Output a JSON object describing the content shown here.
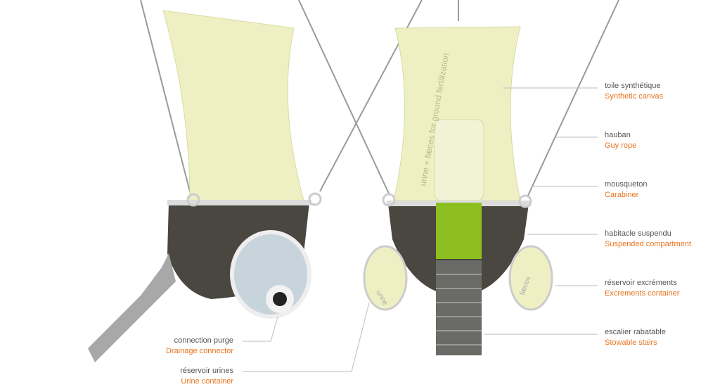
{
  "labels": [
    {
      "fr": "toile synthétique",
      "en": "Synthetic canvas"
    },
    {
      "fr": "hauban",
      "en": "Guy rope"
    },
    {
      "fr": "mousqueton",
      "en": "Carabiner"
    },
    {
      "fr": "habitacle suspendu",
      "en": "Suspended compartment"
    },
    {
      "fr": "réservoir excréments",
      "en": "Excrements container"
    },
    {
      "fr": "escalier rabatable",
      "en": "Stowable stairs"
    },
    {
      "fr": "connection purge",
      "en": "Drainage connector"
    },
    {
      "fr": "réservoir urines",
      "en": "Urine container"
    }
  ],
  "illustration_text": {
    "canvas_print": "urine + fæces for ground fertilization",
    "urine_tank": "urine",
    "faeces_tank": "fæces"
  },
  "colors": {
    "accent": "#e8731e",
    "canvas": "#eef0c4",
    "body": "#4a4640",
    "green": "#8cbf1f"
  }
}
